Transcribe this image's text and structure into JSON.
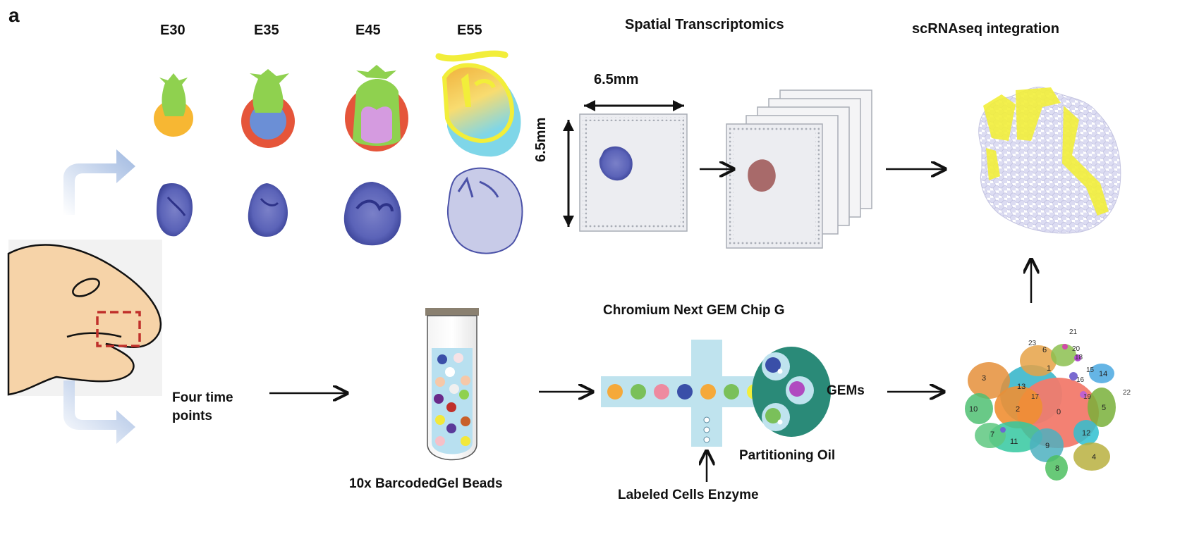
{
  "panel_label": "a",
  "stages": [
    "E30",
    "E35",
    "E45",
    "E55"
  ],
  "spatial": {
    "title": "Spatial Transcriptomics",
    "width_label": "6.5mm",
    "height_label": "6.5mm"
  },
  "scrna": {
    "title": "scRNAseq integration"
  },
  "timepoints": {
    "line1": "Four time",
    "line2": "points"
  },
  "beads": {
    "label": "10x BarcodedGel Beads"
  },
  "chip": {
    "title": "Chromium Next GEM Chip G",
    "gems_label": "GEMs",
    "oil_label": "Partitioning Oil",
    "cells_label": "Labeled Cells Enzyme"
  },
  "clusters": [
    "0",
    "1",
    "2",
    "3",
    "4",
    "5",
    "6",
    "7",
    "8",
    "9",
    "10",
    "11",
    "12",
    "13",
    "14",
    "15",
    "16",
    "17",
    "18",
    "19",
    "20",
    "21",
    "22",
    "23"
  ],
  "colors": {
    "arrow_blue": "#9fb8e0",
    "chip_blue": "#bfe3ee",
    "gem_teal": "#2a8a78",
    "skin": "#f6d3a8",
    "box_red": "#c0302a",
    "yellow_spots": "#f2ee3a",
    "stain_blue": "#5b63b8",
    "red_section": "#a86a6a"
  }
}
